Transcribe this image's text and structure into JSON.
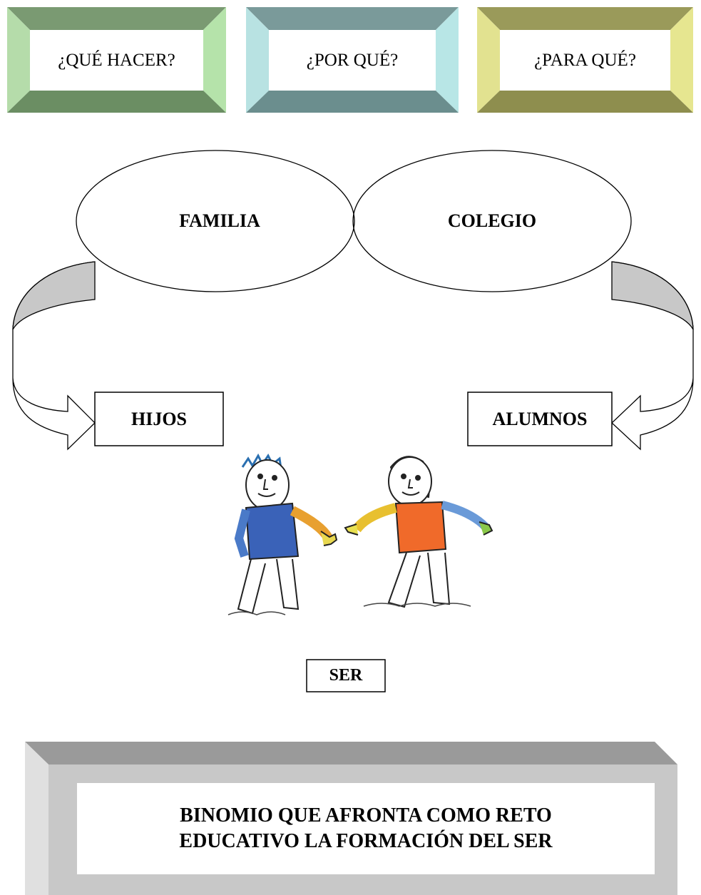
{
  "questions": [
    {
      "label": "¿QUÉ HACER?",
      "colors": {
        "top": "#7a9a72",
        "left": "#b5dcaa",
        "right": "#b5e3aa",
        "bottom": "#6b8e63",
        "face": "#ffffff"
      }
    },
    {
      "label": "¿POR QUÉ?",
      "colors": {
        "top": "#7a9a9a",
        "left": "#b8e2e2",
        "right": "#b8e6e6",
        "bottom": "#6b8e8e",
        "face": "#ffffff"
      }
    },
    {
      "label": "¿PARA QUÉ?",
      "colors": {
        "top": "#9a9a5a",
        "left": "#e2e290",
        "right": "#e6e690",
        "bottom": "#8e8e4e",
        "face": "#ffffff"
      }
    }
  ],
  "ellipses": {
    "left": "FAMILIA",
    "right": "COLEGIO"
  },
  "boxes": {
    "left": "HIJOS",
    "right": "ALUMNOS",
    "center": "SER"
  },
  "illustration": {
    "description_icon": "two-children-holding-hands-icon"
  },
  "final_box": {
    "line1": "BINOMIO QUE AFRONTA COMO RETO",
    "line2": "EDUCATIVO LA FORMACIÓN DEL SER",
    "colors": {
      "top": "#9a9a9a",
      "left": "#e0e0e0",
      "right": "#c8c8c8",
      "bottom": "#b0b0b0",
      "face": "#ffffff"
    }
  },
  "arrow_colors": {
    "fill": "#ffffff",
    "inner": "#c8c8c8",
    "stroke": "#000000"
  }
}
